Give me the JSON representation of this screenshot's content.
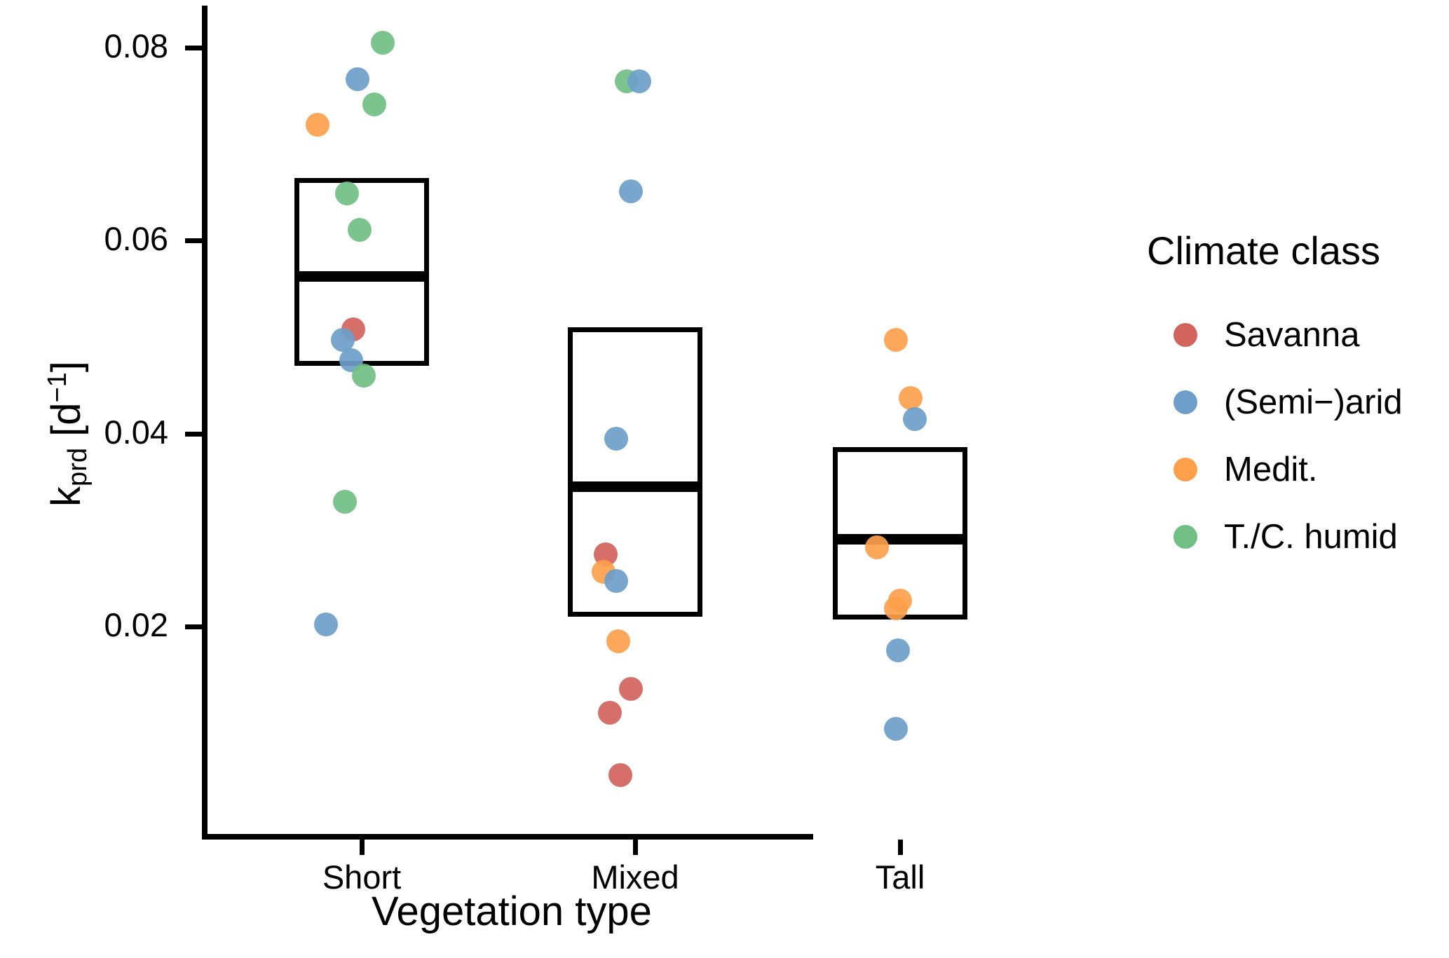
{
  "chart_data": {
    "type": "scatter",
    "title": "",
    "xlabel": "Vegetation type",
    "ylabel": "k_prd [d^-1]",
    "ylabel_parts": {
      "base": "k",
      "sub": "prd",
      "unit_open": " [d",
      "sup": "−1",
      "unit_close": "]"
    },
    "categories": [
      "Short",
      "Mixed",
      "Tall"
    ],
    "yticks": [
      0.02,
      0.04,
      0.06,
      0.08
    ],
    "ytick_labels": [
      "0.02",
      "0.04",
      "0.06",
      "0.08"
    ],
    "ylim": [
      0.0025,
      0.0845
    ],
    "grid": false,
    "legend_position": "right",
    "legend_title": "Climate class",
    "series": [
      {
        "name": "Savanna",
        "color": "#D3635D"
      },
      {
        "name": "(Semi−)arid",
        "color": "#6D9EC9"
      },
      {
        "name": "Medit.",
        "color": "#FCA04B"
      },
      {
        "name": "T./C. humid",
        "color": "#71BF84"
      }
    ],
    "boxes": [
      {
        "category": "Short",
        "q1": 0.047,
        "median": 0.0563,
        "q3": 0.0665
      },
      {
        "category": "Mixed",
        "q1": 0.021,
        "median": 0.0345,
        "q3": 0.051
      },
      {
        "category": "Tall",
        "q1": 0.0207,
        "median": 0.0291,
        "q3": 0.0386
      }
    ],
    "points": [
      {
        "category": "Short",
        "class": "T./C. humid",
        "value": 0.0805,
        "jitter": 0.1
      },
      {
        "category": "Short",
        "class": "(Semi−)arid",
        "value": 0.0767,
        "jitter": -0.02
      },
      {
        "category": "Short",
        "class": "T./C. humid",
        "value": 0.0741,
        "jitter": 0.06
      },
      {
        "category": "Short",
        "class": "Medit.",
        "value": 0.072,
        "jitter": -0.21
      },
      {
        "category": "Short",
        "class": "T./C. humid",
        "value": 0.0649,
        "jitter": -0.07
      },
      {
        "category": "Short",
        "class": "T./C. humid",
        "value": 0.0611,
        "jitter": -0.01
      },
      {
        "category": "Short",
        "class": "Savanna",
        "value": 0.0508,
        "jitter": -0.04
      },
      {
        "category": "Short",
        "class": "(Semi−)arid",
        "value": 0.0497,
        "jitter": -0.09
      },
      {
        "category": "Short",
        "class": "(Semi−)arid",
        "value": 0.0476,
        "jitter": -0.05
      },
      {
        "category": "Short",
        "class": "T./C. humid",
        "value": 0.046,
        "jitter": 0.01
      },
      {
        "category": "Short",
        "class": "T./C. humid",
        "value": 0.0329,
        "jitter": -0.08
      },
      {
        "category": "Short",
        "class": "(Semi−)arid",
        "value": 0.0202,
        "jitter": -0.17
      },
      {
        "category": "Mixed",
        "class": "T./C. humid",
        "value": 0.0765,
        "jitter": -0.04
      },
      {
        "category": "Mixed",
        "class": "(Semi−)arid",
        "value": 0.0765,
        "jitter": 0.02
      },
      {
        "category": "Mixed",
        "class": "(Semi−)arid",
        "value": 0.0651,
        "jitter": -0.02
      },
      {
        "category": "Mixed",
        "class": "(Semi−)arid",
        "value": 0.0395,
        "jitter": -0.09
      },
      {
        "category": "Mixed",
        "class": "Savanna",
        "value": 0.0275,
        "jitter": -0.14
      },
      {
        "category": "Mixed",
        "class": "Medit.",
        "value": 0.0257,
        "jitter": -0.15
      },
      {
        "category": "Mixed",
        "class": "(Semi−)arid",
        "value": 0.0247,
        "jitter": -0.09
      },
      {
        "category": "Mixed",
        "class": "Medit.",
        "value": 0.0185,
        "jitter": -0.08
      },
      {
        "category": "Mixed",
        "class": "Savanna",
        "value": 0.0135,
        "jitter": -0.02
      },
      {
        "category": "Mixed",
        "class": "Savanna",
        "value": 0.0111,
        "jitter": -0.12
      },
      {
        "category": "Mixed",
        "class": "Savanna",
        "value": 0.0046,
        "jitter": -0.07
      },
      {
        "category": "Tall",
        "class": "Medit.",
        "value": 0.0497,
        "jitter": -0.02
      },
      {
        "category": "Tall",
        "class": "Medit.",
        "value": 0.0437,
        "jitter": 0.05
      },
      {
        "category": "Tall",
        "class": "(Semi−)arid",
        "value": 0.0415,
        "jitter": 0.07
      },
      {
        "category": "Tall",
        "class": "Medit.",
        "value": 0.0282,
        "jitter": -0.11
      },
      {
        "category": "Tall",
        "class": "Medit.",
        "value": 0.0227,
        "jitter": 0.0
      },
      {
        "category": "Tall",
        "class": "Medit.",
        "value": 0.0219,
        "jitter": -0.02
      },
      {
        "category": "Tall",
        "class": "(Semi−)arid",
        "value": 0.0175,
        "jitter": -0.01
      },
      {
        "category": "Tall",
        "class": "(Semi−)arid",
        "value": 0.0094,
        "jitter": -0.02
      }
    ]
  },
  "legend": {
    "title": "Climate class",
    "items": [
      {
        "label": "Savanna",
        "color": "#D3635D"
      },
      {
        "label": "(Semi−)arid",
        "color": "#6D9EC9"
      },
      {
        "label": "Medit.",
        "color": "#FCA04B"
      },
      {
        "label": "T./C. humid",
        "color": "#71BF84"
      }
    ]
  },
  "axes": {
    "x_title": "Vegetation type",
    "x_labels": [
      "Short",
      "Mixed",
      "Tall"
    ],
    "y_labels": [
      "0.08",
      "0.06",
      "0.04",
      "0.02"
    ],
    "y_title_base": "k",
    "y_title_sub": "prd",
    "y_title_unit_open": " [d",
    "y_title_sup": "−1",
    "y_title_unit_close": "]"
  }
}
